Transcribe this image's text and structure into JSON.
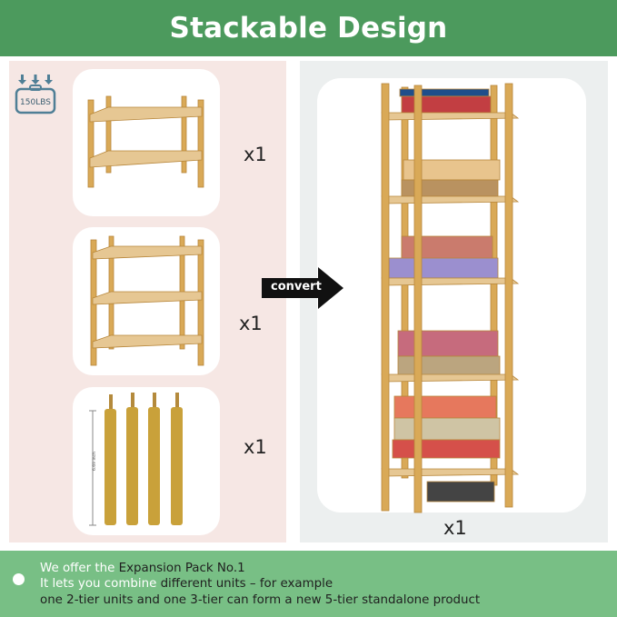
{
  "header": {
    "title": "Stackable Design"
  },
  "capacity": {
    "label": "150LBS",
    "icon": "weight-capacity-icon"
  },
  "items": [
    {
      "name": "2-tier-shelf",
      "qty": "x1"
    },
    {
      "name": "3-tier-shelf",
      "qty": "x1"
    },
    {
      "name": "extension-legs",
      "qty": "x1",
      "dimension_label": "6.69 inch"
    }
  ],
  "convert": {
    "label": "convert",
    "icon": "arrow-right-icon"
  },
  "result": {
    "name": "5-tier-tower",
    "qty": "x1"
  },
  "footer": {
    "line1_prefix": "We offer the ",
    "line1_highlight": "Expansion Pack No.1",
    "line2_prefix": "It lets you combine ",
    "line2_highlight": "different units – for example",
    "line3": "one 2-tier units and one 3-tier can form a new 5-tier standalone product"
  },
  "colors": {
    "header_green": "#4c9a5d",
    "footer_green": "#78bf85",
    "left_panel_pink": "#f6e7e4",
    "right_panel_gray": "#ecefef",
    "bamboo": "#d9a957"
  }
}
